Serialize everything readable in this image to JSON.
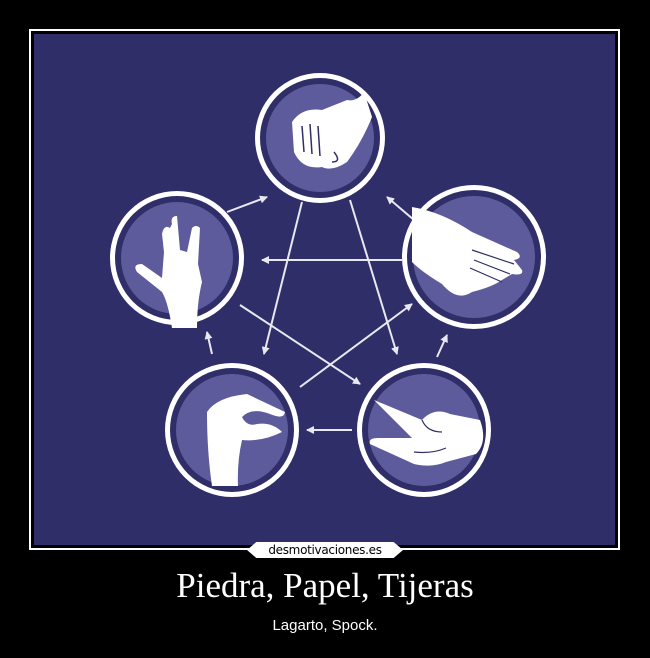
{
  "poster": {
    "watermark": "desmotivaciones.es",
    "title": "Piedra, Papel, Tijeras",
    "subtitle": "Lagarto, Spock."
  },
  "image": {
    "background_color": "#302e68",
    "circle_fill": "#5d5b9b",
    "line_color": "#e8e8f0",
    "gestures": [
      {
        "name": "rock",
        "position": "top"
      },
      {
        "name": "paper",
        "position": "right"
      },
      {
        "name": "scissors",
        "position": "bottom-right"
      },
      {
        "name": "lizard",
        "position": "bottom-left"
      },
      {
        "name": "spock",
        "position": "left"
      }
    ]
  }
}
